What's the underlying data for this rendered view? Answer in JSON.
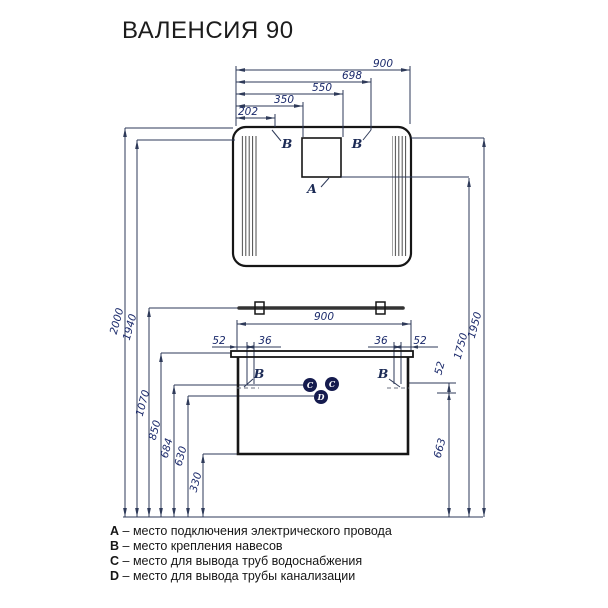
{
  "title": "ВАЛЕНСИЯ 90",
  "dimensions": {
    "mirror_top": [
      "900",
      "698",
      "550",
      "350",
      "202"
    ],
    "left_heights": [
      "2000",
      "1940",
      "1070",
      "850",
      "684",
      "630",
      "330"
    ],
    "right_heights": [
      "1950",
      "1750",
      "52",
      "663"
    ],
    "cabinet": {
      "width": "900",
      "edge_left": "52",
      "offset_left": "36",
      "offset_right": "36",
      "edge_right": "52"
    }
  },
  "markers": {
    "a": "A",
    "b_mirror_left": "B",
    "b_mirror_right": "B",
    "b_cabinet_left": "B",
    "b_cabinet_right": "B",
    "c_left": "C",
    "c_right": "C",
    "d": "D"
  },
  "legend": [
    {
      "key": "A",
      "desc": "– место подключения электрического провода"
    },
    {
      "key": "B",
      "desc": "– место крепления навесов"
    },
    {
      "key": "C",
      "desc": "– место для вывода труб водоснабжения"
    },
    {
      "key": "D",
      "desc": "– место для вывода трубы канализации"
    }
  ],
  "colors": {
    "line": "#2e3a59",
    "dim_text": "#1b2a6b",
    "object": "#161616",
    "marker_fill": "#151b4e"
  }
}
